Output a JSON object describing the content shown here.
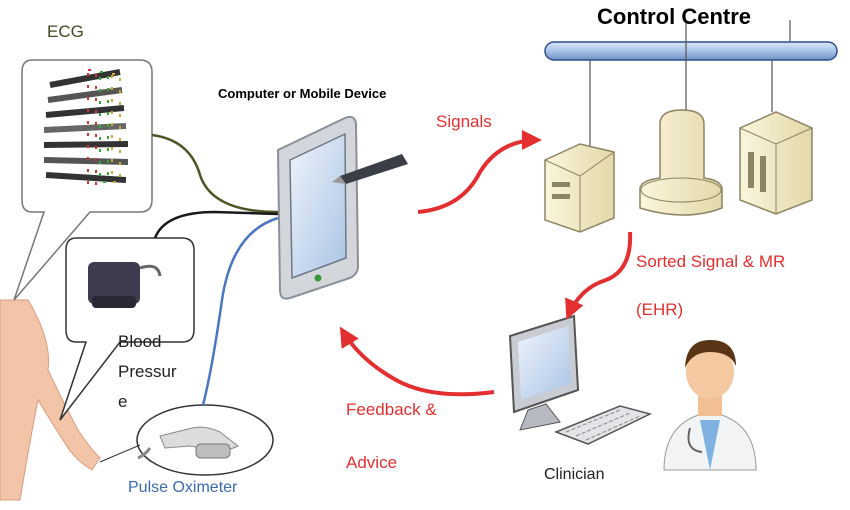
{
  "labels": {
    "ecg": "ECG",
    "device": "Computer or Mobile Device",
    "control_centre": "Control Centre",
    "signals": "Signals",
    "sorted_signal": "Sorted Signal & MR",
    "ehr": "(EHR)",
    "feedback": "Feedback &",
    "advice": "Advice",
    "clinician": "Clinician",
    "pulse_oximeter": "Pulse Oximeter",
    "blood_pressure_lines": [
      "Blood",
      "Pressur",
      "e"
    ]
  },
  "colors": {
    "arrow": "#e32f2f",
    "ecg_cable": "#4e5527",
    "bp_cable": "#1a1a1a",
    "oximeter_cable": "#4a76c2",
    "bus": "#a9c3e8",
    "skin": "#f2c4a8"
  },
  "icons": [
    "tablet-icon",
    "stylus-icon",
    "server-tower-icon",
    "mainframe-icon",
    "rack-server-icon",
    "monitor-icon",
    "keyboard-icon",
    "doctor-icon",
    "ecg-leads-icon",
    "bp-cuff-icon",
    "pulse-oximeter-icon"
  ]
}
